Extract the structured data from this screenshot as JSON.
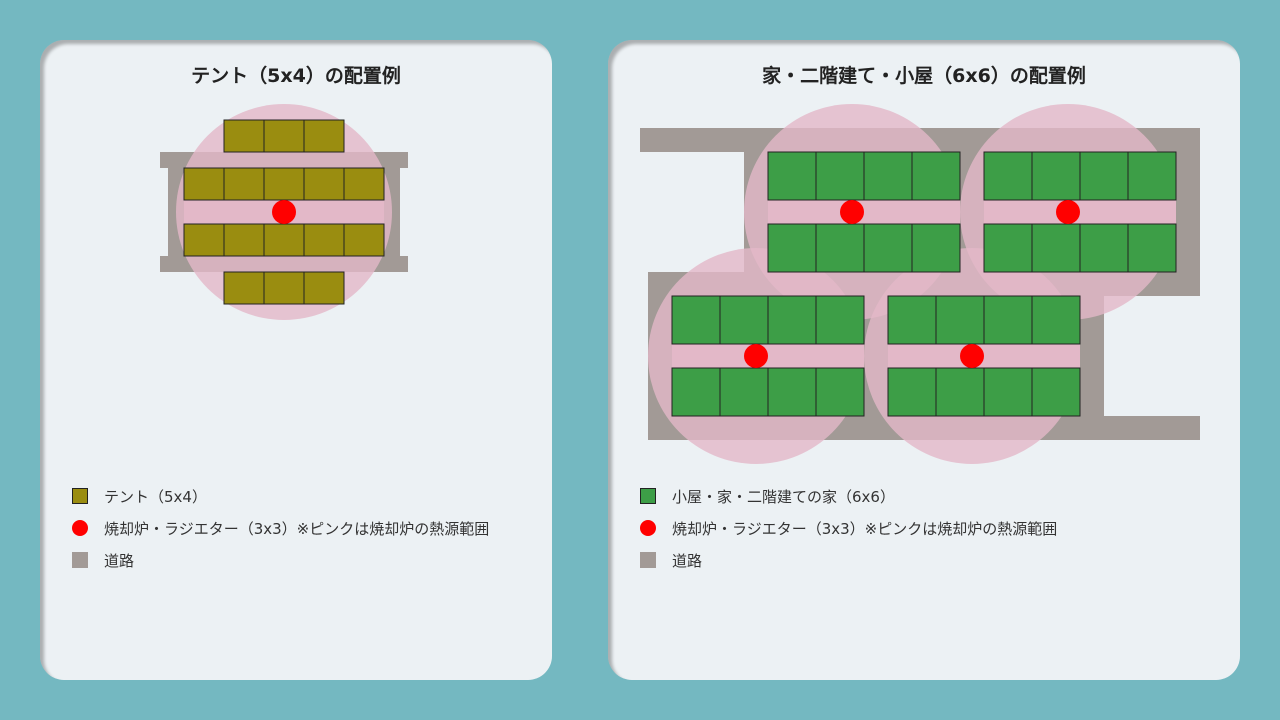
{
  "colors": {
    "background": "#74b8c1",
    "panel": "#ecf1f4",
    "road": "#a29a96",
    "heat_range": "#e3b8c8",
    "stove": "#ff0000",
    "tent": "#9a8d10",
    "house": "#3d9e47",
    "outline": "#222222"
  },
  "left": {
    "title": "テント（5x4）の配置例",
    "legend": [
      {
        "icon": "tent-square",
        "label": "テント（5x4）"
      },
      {
        "icon": "stove-dot",
        "label": "焼却炉・ラジエター（3x3）※ピンクは焼却炉の熱源範囲"
      },
      {
        "icon": "road-square",
        "label": "道路"
      }
    ]
  },
  "right": {
    "title": "家・二階建て・小屋（6x6）の配置例",
    "legend": [
      {
        "icon": "house-square",
        "label": "小屋・家・二階建ての家（6x6）"
      },
      {
        "icon": "stove-dot",
        "label": "焼却炉・ラジエター（3x3）※ピンクは焼却炉の熱源範囲"
      },
      {
        "icon": "road-square",
        "label": "道路"
      }
    ]
  }
}
